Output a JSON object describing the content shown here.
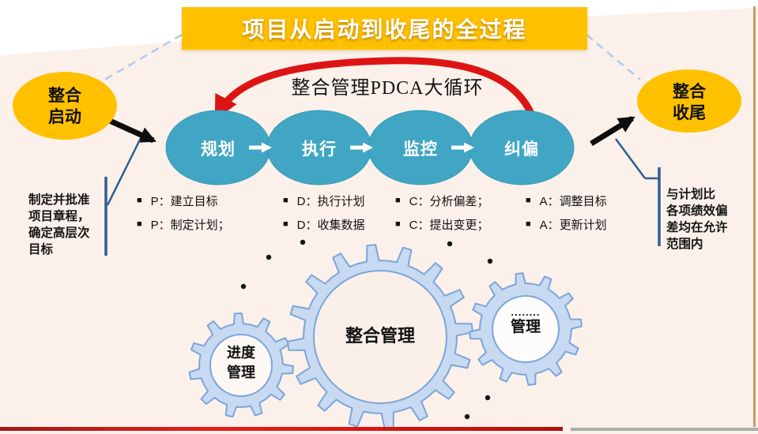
{
  "banner": {
    "title": "项目从启动到收尾的全过程"
  },
  "start_node": {
    "line1": "整合",
    "line2": "启动"
  },
  "end_node": {
    "line1": "整合",
    "line2": "收尾"
  },
  "pdca": {
    "title": "整合管理PDCA大循环",
    "stages": [
      {
        "label": "规划"
      },
      {
        "label": "执行"
      },
      {
        "label": "监控"
      },
      {
        "label": "纠偏"
      }
    ]
  },
  "bullet_marker": "■",
  "bullet_columns": [
    {
      "items": [
        "P：建立目标",
        "P：制定计划；"
      ]
    },
    {
      "items": [
        "D：执行计划",
        "D：收集数据"
      ]
    },
    {
      "items": [
        "C：分析偏差；",
        "C：提出变更；"
      ]
    },
    {
      "items": [
        "A：调整目标",
        "A：更新计划"
      ]
    }
  ],
  "start_note": {
    "lines": [
      "制定并批准",
      "项目章程，",
      "确定高层次",
      "目标"
    ]
  },
  "end_note": {
    "lines": [
      "与计划比",
      "各项绩效偏",
      "差均在允许",
      "范围内"
    ]
  },
  "gears": {
    "schedule": {
      "line1": "进度",
      "line2": "管理"
    },
    "integration": {
      "label": "整合管理"
    },
    "other": {
      "line1": "........",
      "line2": "管理"
    }
  },
  "colors": {
    "banner_bg": "#FFC000",
    "node_bg": "#FFC000",
    "stage_bg": "#41A6C4",
    "cycle_arrow": "#DD1414",
    "dashed_line": "#AECBEC",
    "callout_line": "#2E5E92",
    "gear_fill": "#C7DAF2",
    "gear_stroke": "#7CA5DA",
    "bottom_red": "#C00000",
    "bottom_gray": "#ABABAB",
    "background": "#FBF1EA"
  }
}
